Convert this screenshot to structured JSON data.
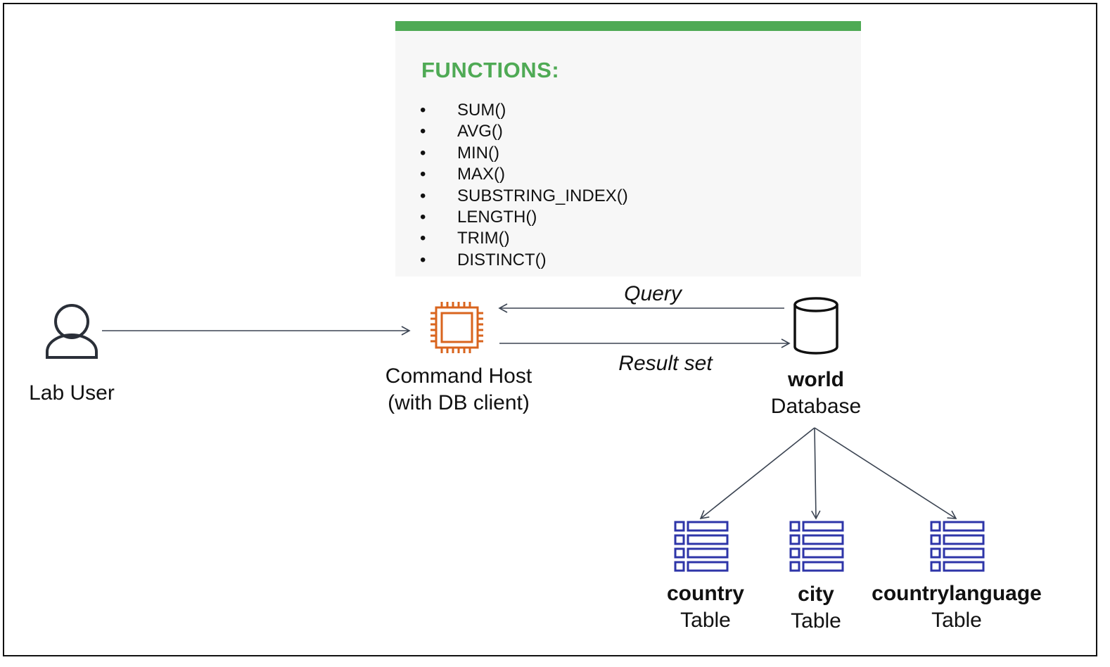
{
  "functions": {
    "title": "FUNCTIONS:",
    "items": [
      "SUM()",
      "AVG()",
      "MIN()",
      "MAX()",
      "SUBSTRING_INDEX()",
      "LENGTH()",
      "TRIM()",
      "DISTINCT()"
    ],
    "bullet": "•"
  },
  "nodes": {
    "lab_user": {
      "label": "Lab User",
      "icon": "user-icon"
    },
    "command_host": {
      "line1": "Command Host",
      "line2": "(with DB client)",
      "icon": "chip-icon"
    },
    "database": {
      "name": "world",
      "type": "Database",
      "icon": "database-cylinder-icon"
    }
  },
  "edges": {
    "query": "Query",
    "result_set": "Result set"
  },
  "tables": [
    {
      "name": "country",
      "type": "Table"
    },
    {
      "name": "city",
      "type": "Table"
    },
    {
      "name": "countrylanguage",
      "type": "Table"
    }
  ],
  "colors": {
    "accent_green": "#4faa55",
    "chip_orange": "#d9641e",
    "table_blue": "#2e35a8",
    "arrow_gray": "#3b4452"
  }
}
